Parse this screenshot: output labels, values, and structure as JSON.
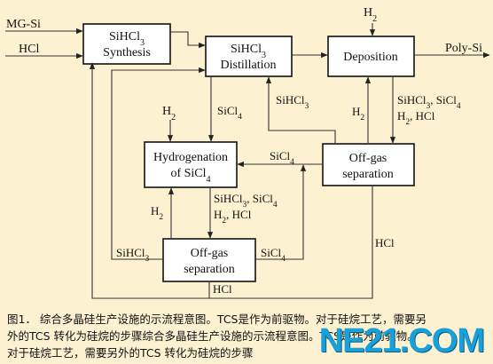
{
  "nodes": {
    "synthesis": {
      "line1": "SiHCl",
      "line1_sub": "3",
      "line2": "Synthesis"
    },
    "distillation": {
      "line1": "SiHCl",
      "line1_sub": "3",
      "line2": "Distillation"
    },
    "deposition": {
      "label": "Deposition"
    },
    "hydrogenation": {
      "line1": "Hydrogenation",
      "line2": "of SiCl",
      "line2_sub": "4"
    },
    "offgas_right": {
      "line1": "Off-gas",
      "line2": "separation"
    },
    "offgas_bottom": {
      "line1": "Off-gas",
      "line2": "separation"
    }
  },
  "labels": {
    "mg_si": "MG-Si",
    "hcl_in": "HCl",
    "h2_top": {
      "main": "H",
      "sub": "2"
    },
    "poly_si": "Poly-Si",
    "sicl4_dist": {
      "main": "SiCl",
      "sub": "4"
    },
    "sihcl3_return": {
      "main": "SiHCl",
      "sub": "3"
    },
    "h2_dep": {
      "main": "H",
      "sub": "2"
    },
    "dep_out1": {
      "a": "SiHCl",
      "a_sub": "3",
      "b": ", SiCl",
      "b_sub": "4"
    },
    "dep_out2": {
      "a": "H",
      "a_sub": "2",
      "b": ", HCl"
    },
    "h2_hyd": {
      "main": "H",
      "sub": "2"
    },
    "sicl4_to_hyd": {
      "main": "SiCl",
      "sub": "4"
    },
    "hyd_out1": {
      "a": "SiHCl",
      "a_sub": "3",
      "b": ", SiCl",
      "b_sub": "4"
    },
    "hyd_out2": {
      "a": "H",
      "a_sub": "2",
      "b": ", HCl"
    },
    "h2_left": {
      "main": "H",
      "sub": "2"
    },
    "sihcl3_bottom": {
      "main": "SiHCl",
      "sub": "3"
    },
    "sicl4_bottom": {
      "main": "SiCl",
      "sub": "4"
    },
    "hcl_right": "HCl",
    "hcl_bottom": "HCl"
  },
  "caption": {
    "line1": "图1． 综合多晶硅生产设施的示流程意图。TCS是作为前驱物。对于硅烷工艺，需要另",
    "line2": "外的TCS  转化为硅烷的步骤综合多晶硅生产设施的示流程意图。TCS是作为前驱物。",
    "line3": "对于硅烷工艺，需要另外的TCS  转化为硅烷的步骤"
  },
  "watermark": "NE21.COM"
}
